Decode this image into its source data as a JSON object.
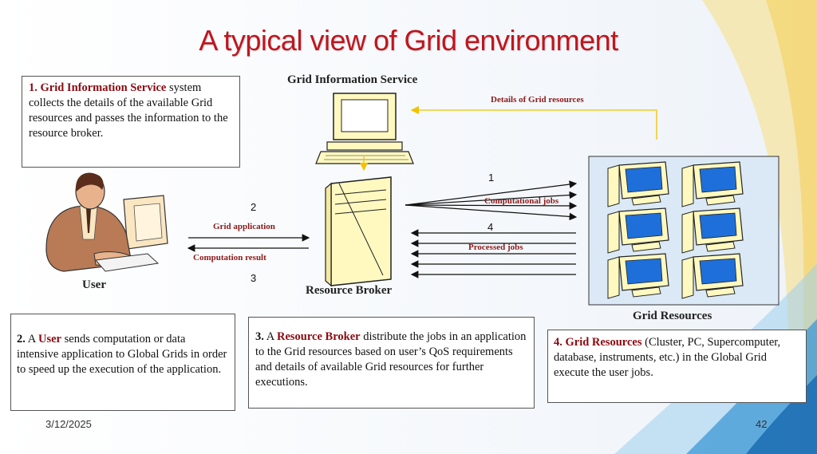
{
  "slide": {
    "title": "A typical view of Grid environment",
    "date": "3/12/2025",
    "page_number": "42"
  },
  "diagram": {
    "labels": {
      "gis": "Grid Information Service",
      "details": "Details of Grid resources",
      "user": "User",
      "broker": "Resource Broker",
      "resources": "Grid Resources",
      "grid_application": "Grid application",
      "computation_result": "Computation result",
      "computational_jobs": "Computational jobs",
      "processed_jobs": "Processed jobs",
      "step1": "1",
      "step2": "2",
      "step3": "3",
      "step4": "4"
    },
    "colors": {
      "title": "#c0161e",
      "highlight": "#8b0a10",
      "monitor_screen": "#1e6fd9",
      "computer_body": "#fff9c0",
      "arrow_yellow": "#f2c200"
    }
  },
  "notes": [
    {
      "num": "1.",
      "term": "Grid Information Service",
      "text": " system collects the details of the available Grid resources and passes the information to the resource broker."
    },
    {
      "num": "2.",
      "pre": " A ",
      "term": "User",
      "text": " sends computation or data intensive application to Global Grids in order to speed up the execution of the application."
    },
    {
      "num": "3.",
      "pre": " A ",
      "term": "Resource Broker",
      "text": " distribute the jobs in an application to the Grid resources based on user’s QoS requirements and details of available Grid resources for further executions."
    },
    {
      "num": "4.",
      "pre": " ",
      "term": "Grid Resources",
      "text": " (Cluster, PC, Supercomputer, database, instruments, etc.) in the Global Grid execute the user jobs."
    }
  ]
}
